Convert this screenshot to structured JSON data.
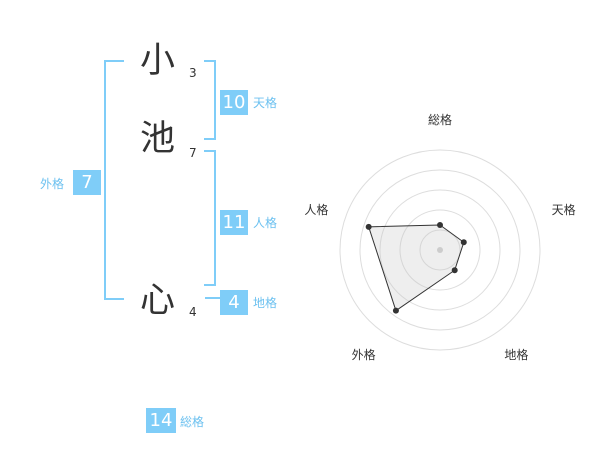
{
  "name": {
    "chars": [
      {
        "char": "小",
        "strokes": "3"
      },
      {
        "char": "池",
        "strokes": "7"
      },
      {
        "char": "心",
        "strokes": "4"
      }
    ]
  },
  "fortune": {
    "tenkaku": {
      "value": "10",
      "label": "天格"
    },
    "jinkaku": {
      "value": "11",
      "label": "人格"
    },
    "chikaku": {
      "value": "4",
      "label": "地格"
    },
    "gaikaku": {
      "value": "7",
      "label": "外格"
    },
    "soukaku": {
      "value": "14",
      "label": "総格"
    }
  },
  "colors": {
    "accent": "#7fcdf8",
    "label": "#6cc1f0",
    "text": "#333333"
  },
  "chart_data": {
    "type": "radar",
    "axes": [
      "総格",
      "天格",
      "地格",
      "外格",
      "人格"
    ],
    "values": [
      1,
      1,
      1,
      3,
      3
    ],
    "max": 4
  }
}
